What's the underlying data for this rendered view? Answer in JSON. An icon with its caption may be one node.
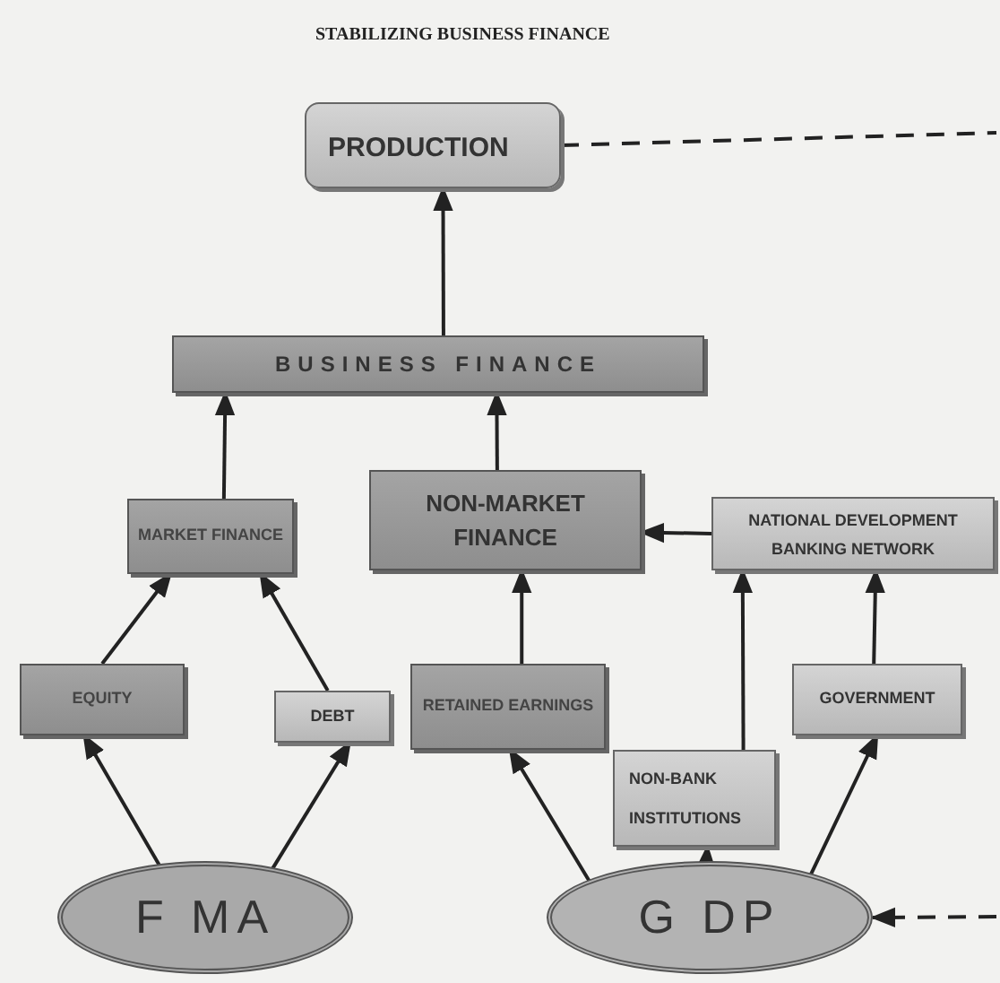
{
  "diagram": {
    "title": "STABILIZING BUSINESS FINANCE",
    "nodes": [
      {
        "text": [
          "PRODUCTION"
        ]
      },
      {
        "text": [
          "BUSINESS FINANCE"
        ]
      },
      {
        "text": [
          "MARKET FINANCE"
        ]
      },
      {
        "text": [
          "NON-MARKET FINANCE"
        ]
      },
      {
        "text": [
          "NATIONAL DEVELOPMENT BANKING NETWORK"
        ]
      },
      {
        "text": [
          "EQUITY"
        ]
      },
      {
        "text": [
          "DEBT"
        ]
      },
      {
        "text": [
          "RETAINED EARNINGS"
        ]
      },
      {
        "text": [
          "GOVERNMENT"
        ]
      },
      {
        "text": [
          "NON-BANK INSTITUTIONS"
        ]
      },
      {
        "text": [
          "F MA"
        ]
      },
      {
        "text": [
          "G DP"
        ]
      }
    ],
    "edges": [
      {
        "from": 1,
        "to": 0,
        "arrow": "to"
      },
      {
        "from": 2,
        "to": 1,
        "arrow": "to"
      },
      {
        "from": 3,
        "to": 1,
        "arrow": "to"
      },
      {
        "from": 4,
        "to": 3,
        "arrow": "to"
      },
      {
        "from": 5,
        "to": 2,
        "arrow": "to"
      },
      {
        "from": 6,
        "to": 2,
        "arrow": "to"
      },
      {
        "from": 10,
        "to": 5,
        "arrow": "to"
      },
      {
        "from": 10,
        "to": 6,
        "arrow": "to"
      },
      {
        "from": 11,
        "to": 7,
        "arrow": "to"
      },
      {
        "from": 11,
        "to": 9,
        "arrow": "to"
      },
      {
        "from": 11,
        "to": 8,
        "arrow": "to"
      },
      {
        "from": 9,
        "to": 4,
        "arrow": "to"
      },
      {
        "from": 8,
        "to": 4,
        "arrow": "to"
      },
      {
        "from": 7,
        "to": 3,
        "arrow": "to"
      },
      {
        "from": 0,
        "to": null,
        "arrow": "none",
        "style": "dashed"
      },
      {
        "from": null,
        "to": 11,
        "arrow": "to",
        "style": "dashed"
      }
    ]
  }
}
